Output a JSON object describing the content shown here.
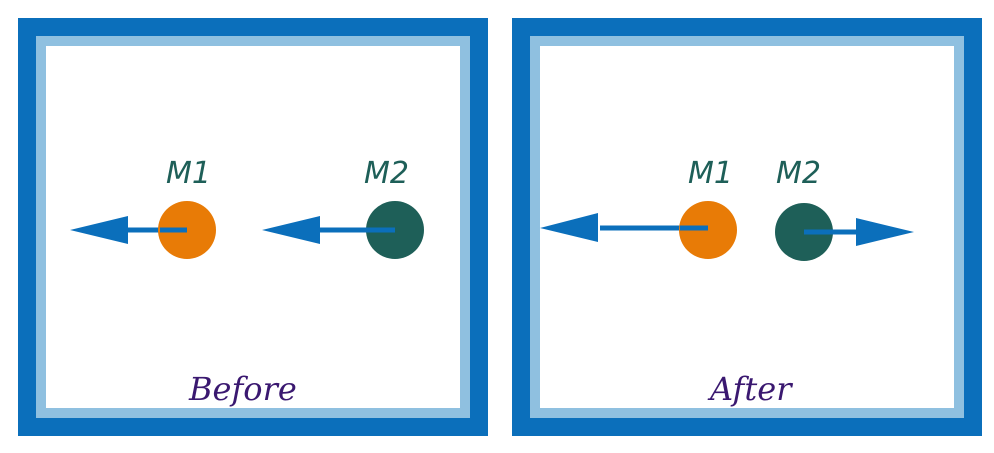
{
  "colors": {
    "frame": "#0b6fbb",
    "frame_inner": "#8fc0e0",
    "arrow": "#0b6fbb",
    "mass1": "#e87b06",
    "mass2": "#1e5f58",
    "mass_label": "#1e5f58",
    "caption": "#3a1870"
  },
  "panels": [
    {
      "caption": "Before",
      "masses": [
        {
          "label": "M1",
          "arrow_direction": "left"
        },
        {
          "label": "M2",
          "arrow_direction": "left"
        }
      ]
    },
    {
      "caption": "After",
      "masses": [
        {
          "label": "M1",
          "arrow_direction": "left"
        },
        {
          "label": "M2",
          "arrow_direction": "right"
        }
      ]
    }
  ]
}
